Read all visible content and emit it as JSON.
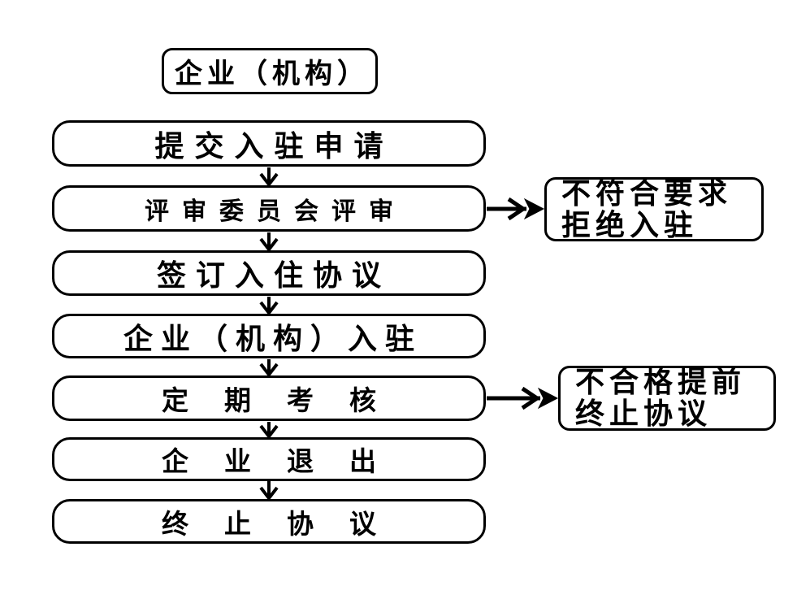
{
  "flowchart": {
    "top_node": {
      "label": "企业（机构）"
    },
    "main_nodes": [
      {
        "label": "提交入驻申请"
      },
      {
        "label": "评审委员会评审"
      },
      {
        "label": "签订入住协议"
      },
      {
        "label": "企业（机构）入驻"
      },
      {
        "label": "定期考核"
      },
      {
        "label": "企业退出"
      },
      {
        "label": "终止协议"
      }
    ],
    "side_nodes": [
      {
        "line1": "不符合要求",
        "line2": "拒绝入驻",
        "branch_from": "评审委员会评审"
      },
      {
        "line1": "不合格提前",
        "line2": "终止协议",
        "branch_from": "定期考核"
      }
    ],
    "colors": {
      "stroke": "#000000",
      "fill": "#ffffff",
      "text": "#000000"
    }
  }
}
